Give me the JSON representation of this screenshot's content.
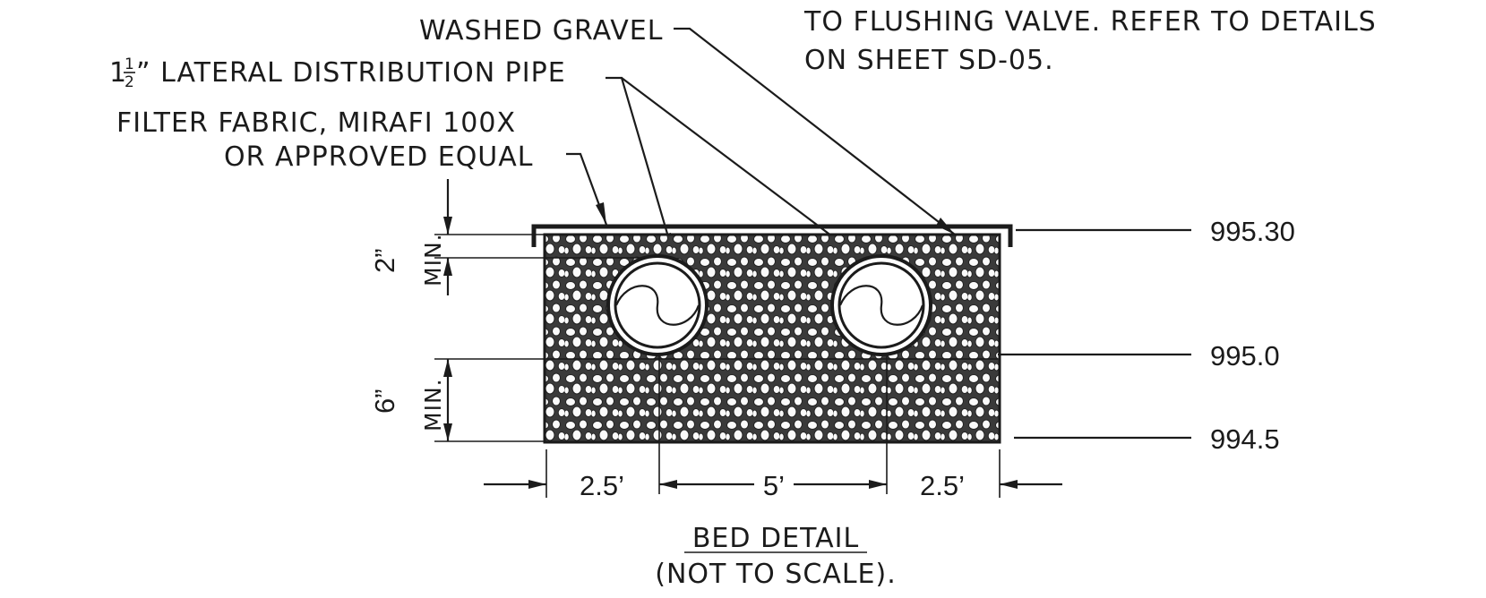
{
  "notes": {
    "line_2": "TO FLUSHING VALVE. REFER TO DETAILS",
    "line_3": "ON SHEET SD-05."
  },
  "callouts": {
    "washed_gravel": "WASHED GRAVEL",
    "pipe_size_whole": "1",
    "pipe_size_num": "1",
    "pipe_size_den": "2",
    "lateral_pipe": "” LATERAL DISTRIBUTION PIPE",
    "filter_fabric_1": "FILTER FABRIC, MIRAFI 100X",
    "filter_fabric_2": "OR APPROVED EQUAL"
  },
  "elevations": {
    "top": "995.30",
    "middle": "995.0",
    "bottom": "994.5"
  },
  "vertical_dims": {
    "top_value": "2”",
    "top_note": "MIN.",
    "bottom_value": "6”",
    "bottom_note": "MIN."
  },
  "horizontal_dims": {
    "left": "2.5’",
    "center": "5’",
    "right": "2.5’"
  },
  "title": {
    "main": "BED DETAIL",
    "sub": "(NOT TO SCALE)."
  }
}
